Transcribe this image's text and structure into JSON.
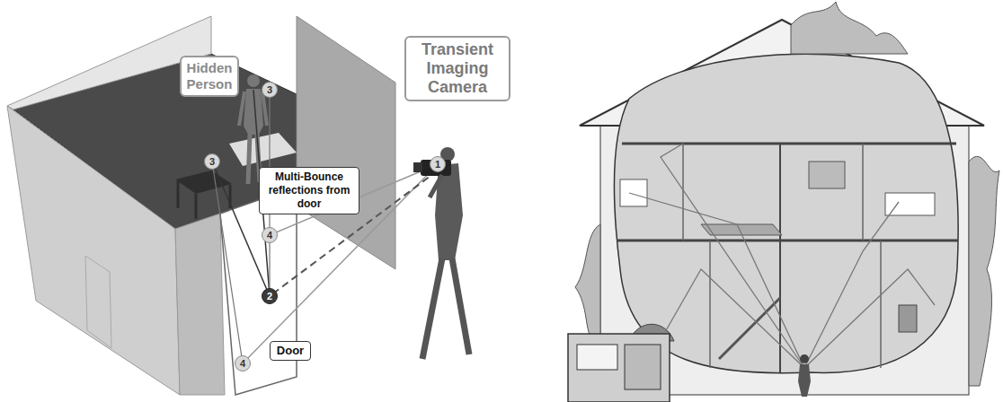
{
  "diagram": {
    "nodes": [
      {
        "text": [
          "Hidden Person"
        ]
      },
      {
        "text": [
          "Transient Imaging Camera"
        ]
      },
      {
        "text": [
          "Multi-Bounce reflections from door"
        ]
      },
      {
        "text": [
          "Door"
        ]
      }
    ],
    "labels": [
      "3",
      "3",
      "1",
      "4",
      "2",
      "4"
    ]
  }
}
